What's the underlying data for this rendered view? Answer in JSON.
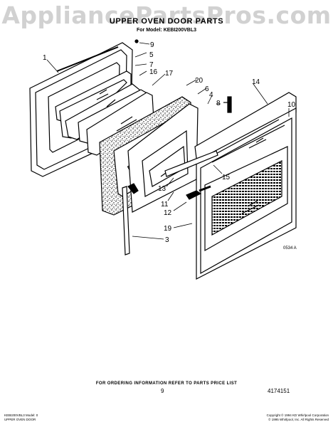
{
  "watermark": "AppliancePartsPros.com",
  "header": {
    "title": "UPPER OVEN DOOR PARTS",
    "subtitle": "For Model: KEBI200VBL3"
  },
  "callouts": [
    "1",
    "9",
    "5",
    "7",
    "16",
    "17",
    "20",
    "6",
    "4",
    "8",
    "14",
    "10",
    "15",
    "13",
    "11",
    "12",
    "19",
    "3"
  ],
  "diagram_code": "0534 A",
  "footer": {
    "ordering_note": "FOR ORDERING INFORMATION REFER TO PARTS PRICE LIST",
    "page_number": "9",
    "doc_number": "4174151",
    "fine_print_left": [
      "KEBI200VBL3 Model: 0",
      "UPPER OVEN DOOR"
    ],
    "fine_print_right": [
      "Copyright © 1994 KD Whirlpool Corporation",
      "© 1995 Whirlpool, Inc.  All Rights Reserved"
    ]
  }
}
